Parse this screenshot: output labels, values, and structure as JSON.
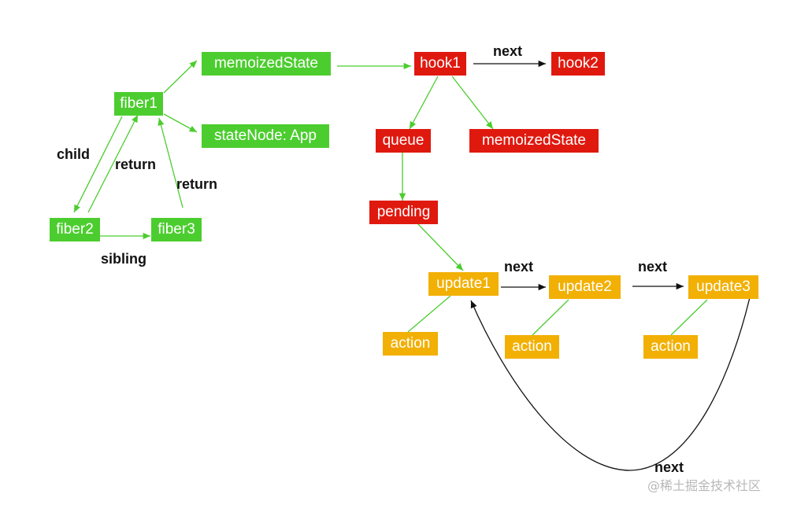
{
  "colors": {
    "fiber_node": "#4ccd2f",
    "hook_node": "#e0190f",
    "update_node": "#f2b004",
    "edge_green": "#4ccd2f",
    "edge_black": "#111111"
  },
  "nodes": {
    "fiber1": "fiber1",
    "fiber2": "fiber2",
    "fiber3": "fiber3",
    "fiber_memoized_state": "memoizedState",
    "state_node": "stateNode: App",
    "hook1": "hook1",
    "hook2": "hook2",
    "queue": "queue",
    "hook_memoized_state": "memoizedState",
    "pending": "pending",
    "update1": "update1",
    "update2": "update2",
    "update3": "update3",
    "action1": "action",
    "action2": "action",
    "action3": "action"
  },
  "edge_labels": {
    "child": "child",
    "return_fiber2": "return",
    "return_fiber3": "return",
    "sibling": "sibling",
    "hook_next": "next",
    "update1_next": "next",
    "update2_next": "next",
    "update3_next": "next"
  },
  "watermark": "@稀土掘金技术社区"
}
